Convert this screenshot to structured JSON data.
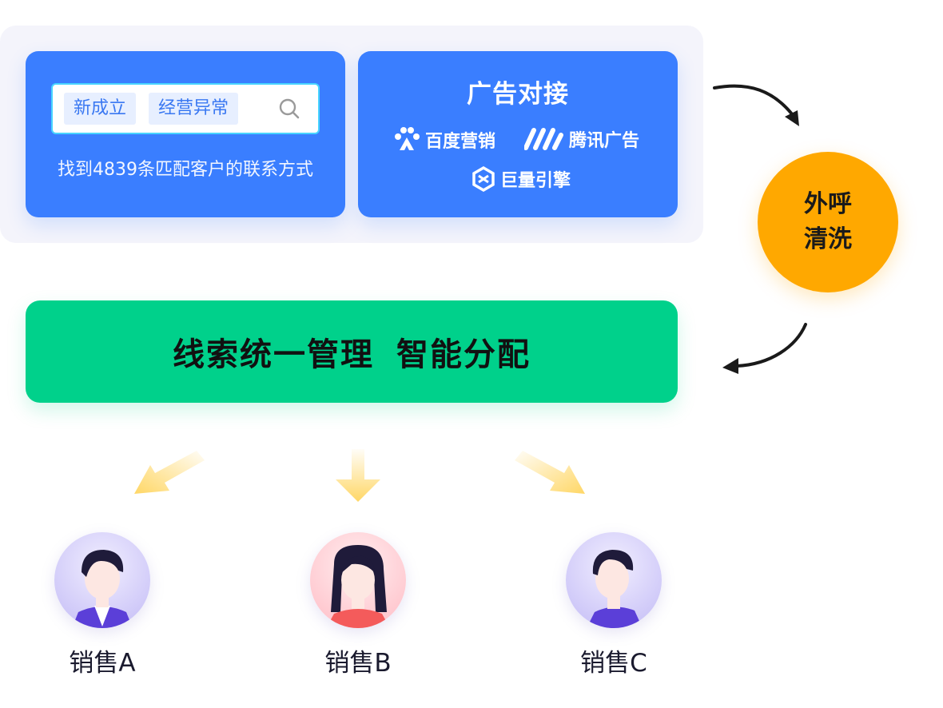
{
  "search_card": {
    "tags": [
      "新成立",
      "经营异常"
    ],
    "caption": "找到4839条匹配客户的联系方式"
  },
  "ad_card": {
    "title": "广告对接",
    "platforms": [
      "百度营销",
      "腾讯广告",
      "巨量引擎"
    ]
  },
  "cleanse": {
    "line1": "外呼",
    "line2": "清洗"
  },
  "manage": {
    "left": "线索统一管理",
    "right": "智能分配"
  },
  "sales": [
    "销售A",
    "销售B",
    "销售C"
  ],
  "colors": {
    "card_blue": "#3a7eff",
    "cleanse_orange": "#ffa800",
    "manage_green": "#00d18b",
    "arrow_yellow": "#ffd766"
  }
}
